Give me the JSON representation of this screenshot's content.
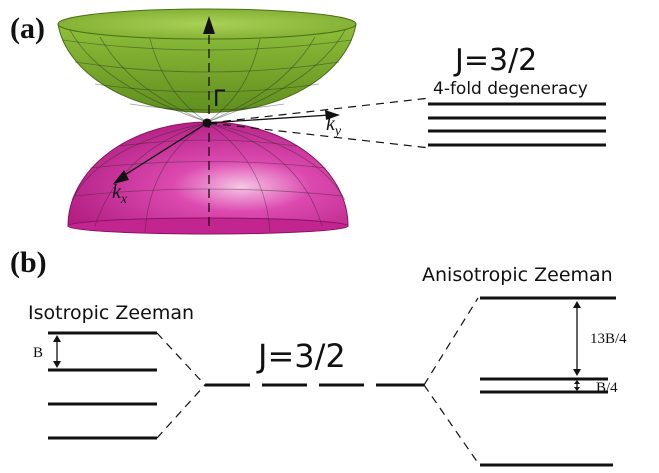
{
  "panel_a": {
    "label": "(a)",
    "gamma_label": "Γ",
    "kx_label": "k",
    "kx_sub": "x",
    "ky_label": "k",
    "ky_sub": "y",
    "upper_cone_color": "#7aa62e",
    "lower_cone_color": "#c2258f",
    "multiplet_title": "J=3/2",
    "degeneracy_text": "4-fold degeneracy"
  },
  "panel_b": {
    "label": "(b)",
    "isotropic_title": "Isotropic Zeeman",
    "isotropic_gap_label": "B",
    "center_title": "J=3/2",
    "anisotropic_title": "Anisotropic Zeeman",
    "anisotropic_large_gap_label": "13B/4",
    "anisotropic_small_gap_label": "B/4"
  }
}
